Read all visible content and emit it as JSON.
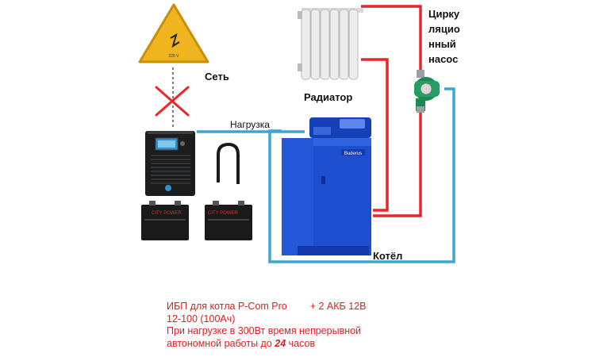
{
  "labels": {
    "set": "Сеть",
    "radiator": "Радиатор",
    "kotel": "Котёл",
    "load": "Нагрузка",
    "pump": [
      "Цирку",
      "ляцио",
      "нный",
      "насос"
    ]
  },
  "warning_sign_text": "220 V",
  "ups_brand": "P-Com",
  "boiler_brand": "Buderus",
  "battery_brand": "CITY POWER",
  "caption": {
    "line1a": "ИБП для котла P-Com Pro",
    "line1b": "+ 2 АКБ  12В",
    "line2": "12-100 (100Ач)",
    "line3": "При нагрузке в 300Вт время непрерывной",
    "line4a": "автономной работы до ",
    "line4b": "24",
    "line4c": " часов"
  },
  "colors": {
    "hot_pipe": "#e8262b",
    "cold_pipe": "#3aa6d6",
    "boiler": "#1e4fd1",
    "pump": "#1c8a52",
    "warning": "#f0b41e",
    "caption": "#e01f1f"
  }
}
